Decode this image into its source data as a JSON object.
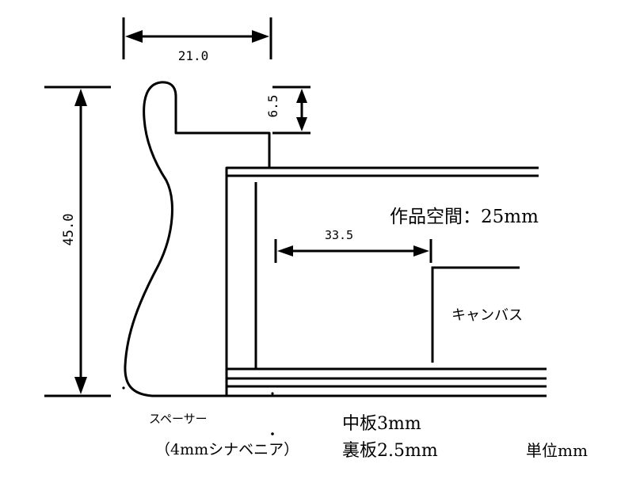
{
  "dimensions": {
    "width_label": "21.0",
    "height_label": "45.0",
    "lip_label": "6.5",
    "canvas_offset_label": "33.5"
  },
  "annotations": {
    "work_space": "作品空間：25mm",
    "canvas": "キャンバス",
    "spacer": "スペーサー",
    "spacer_material": "（4mmシナベニア）",
    "middle_board": "中板3mm",
    "back_board": "裏板2.5mm",
    "unit": "単位mm"
  }
}
